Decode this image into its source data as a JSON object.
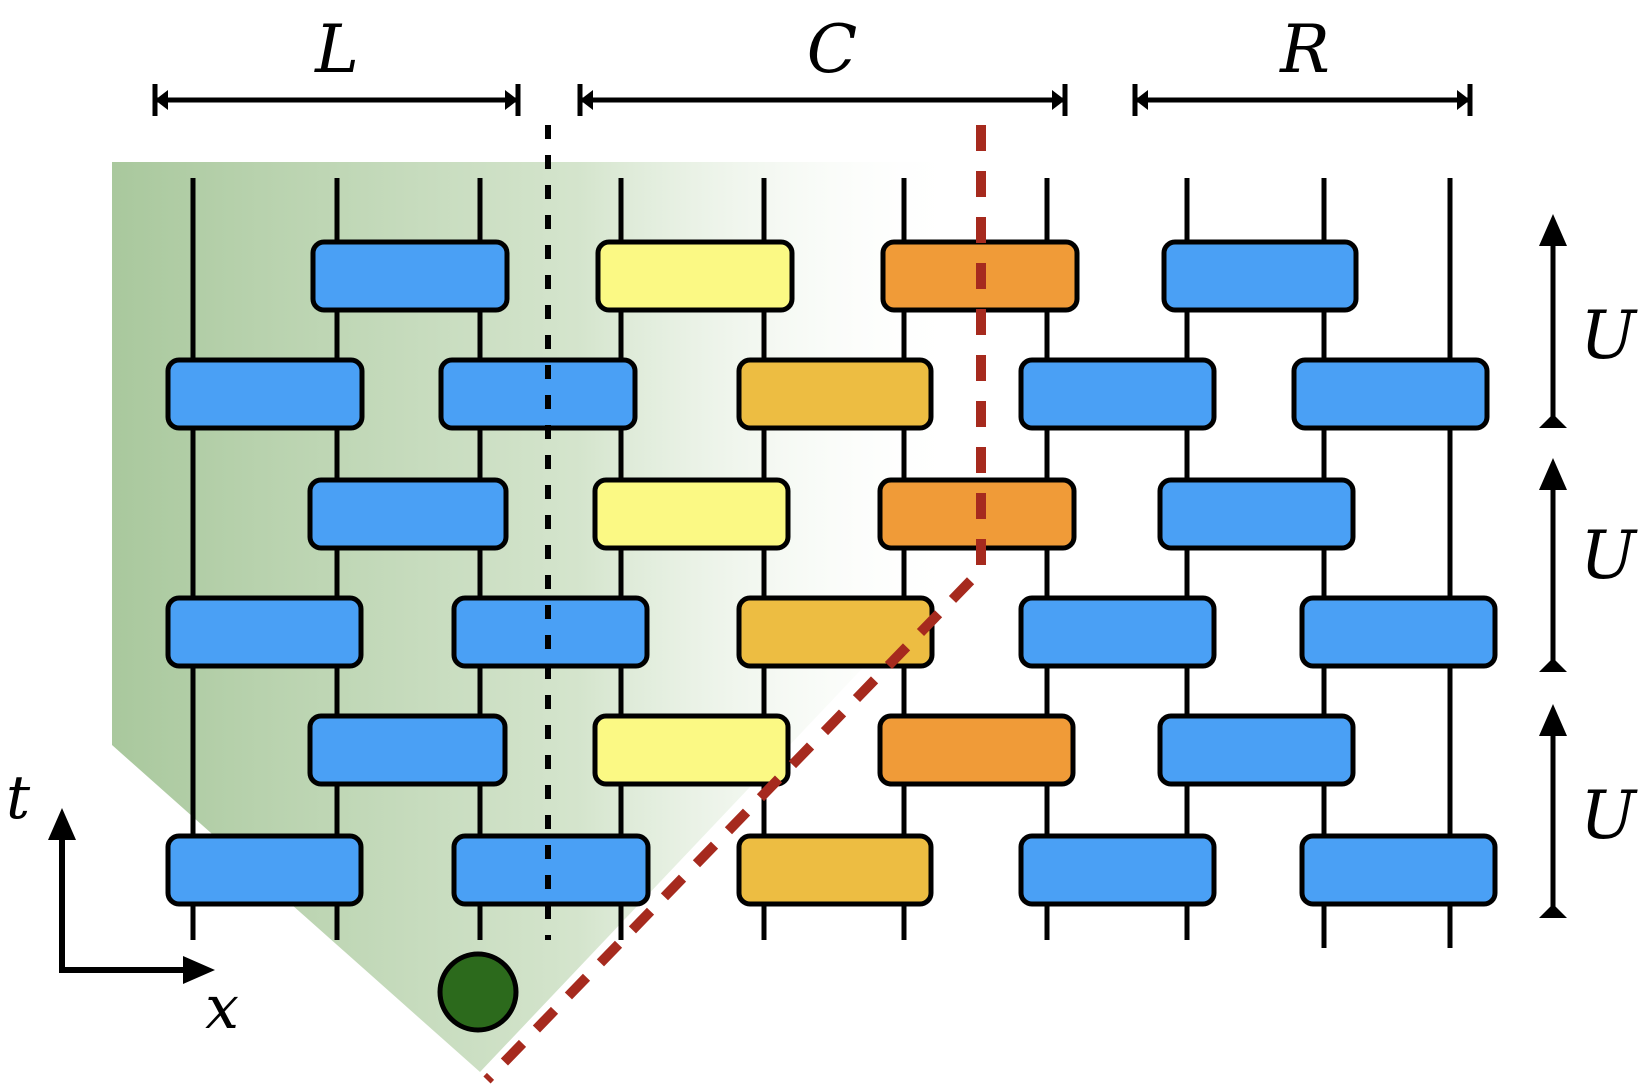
{
  "regions": {
    "left": "L",
    "center": "C",
    "right": "R"
  },
  "axes": {
    "time": "t",
    "space": "x"
  },
  "step_labels": [
    "U",
    "U",
    "U"
  ],
  "colors": {
    "gate_regular": "#4aa0f5",
    "gate_light": "#fbf984",
    "gate_mid": "#edbd42",
    "gate_dark": "#f09b38",
    "lightcone": "#a9c89d",
    "boundary_line": "#a62a1e",
    "source_dot": "#2c6a1c",
    "stroke": "#000000"
  },
  "icons": {
    "source": "filled-circle",
    "time_arrow": "arrow-up",
    "space_arrow": "arrow-right"
  }
}
